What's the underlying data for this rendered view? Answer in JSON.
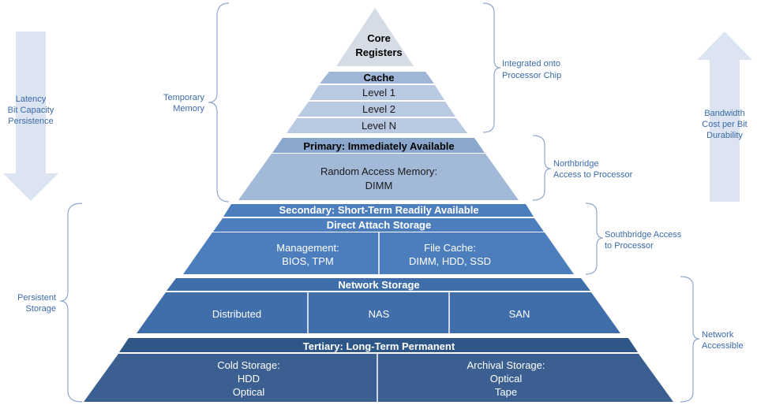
{
  "colors": {
    "core": "#d6dce5",
    "cache_header": "#9fb6d6",
    "cache_levels": "#b8c9e1",
    "primary_header": "#8aa7cd",
    "primary_body": "#a3b9d8",
    "mid_band": "#4c7ebd",
    "network": "#3f6eab",
    "tertiary_header": "#2e5687",
    "tertiary_body": "#3a5f90",
    "arrow": "#dbe4f0",
    "side_text": "#3b6aa9"
  },
  "pyramid": {
    "core": [
      "Core",
      "Registers"
    ],
    "cache": {
      "header": "Cache",
      "levels": [
        "Level 1",
        "Level 2",
        "Level N"
      ]
    },
    "primary": {
      "header": "Primary: Immediately Available",
      "body": [
        "Random Access Memory:",
        "DIMM"
      ]
    },
    "secondary": {
      "header": "Secondary: Short-Term Readily Available",
      "das_header": "Direct Attach Storage",
      "left": [
        "Management:",
        "BIOS, TPM"
      ],
      "right": [
        "File Cache:",
        "DIMM, HDD, SSD"
      ]
    },
    "network": {
      "header": "Network Storage",
      "cells": [
        "Distributed",
        "NAS",
        "SAN"
      ]
    },
    "tertiary": {
      "header": "Tertiary: Long-Term Permanent",
      "left": [
        "Cold Storage:",
        "HDD",
        "Optical"
      ],
      "right": [
        "Archival Storage:",
        "Optical",
        "Tape"
      ]
    }
  },
  "left_arrow": [
    "Latency",
    "Bit Capacity",
    "Persistence"
  ],
  "right_arrow": [
    "Bandwidth",
    "Cost per Bit",
    "Durability"
  ],
  "left_braces": {
    "temporary": [
      "Temporary",
      "Memory"
    ],
    "persistent": [
      "Persistent",
      "Storage"
    ]
  },
  "right_braces": {
    "integrated": [
      "Integrated onto",
      "Processor Chip"
    ],
    "northbridge": [
      "Northbridge",
      "Access to Processor"
    ],
    "southbridge": [
      "Southbridge Access",
      "to Processor"
    ],
    "network": [
      "Network",
      "Accessible"
    ]
  }
}
